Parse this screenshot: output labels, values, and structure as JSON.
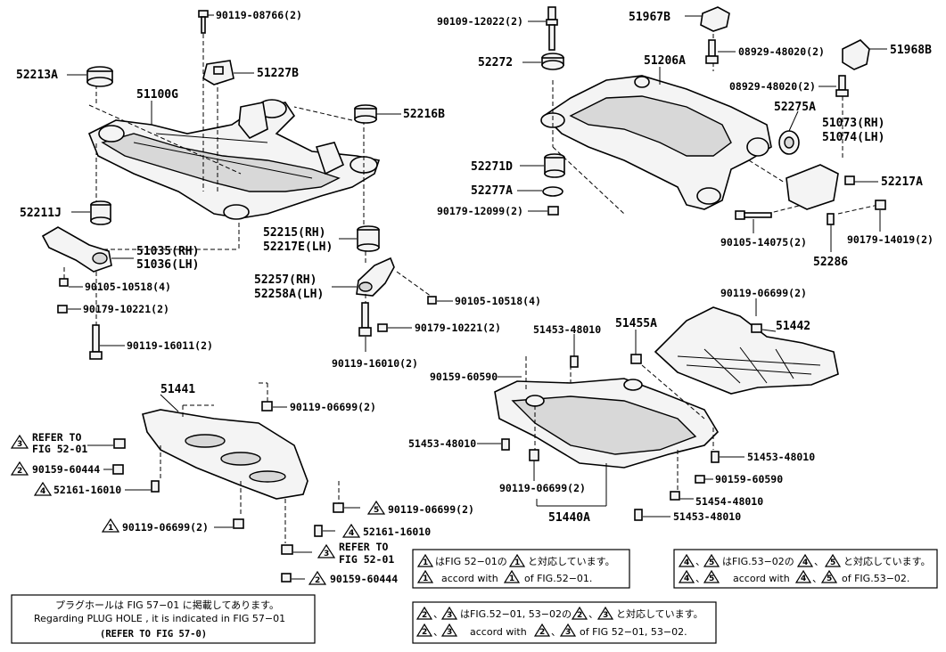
{
  "labels": {
    "p90119_08766": "90119-08766(2)",
    "p52213A": "52213A",
    "p51100G": "51100G",
    "p51227B": "51227B",
    "p52216B": "52216B",
    "p52211J": "52211J",
    "p51035": "51035(RH)",
    "p51036": "51036(LH)",
    "p90105_10518_l": "90105-10518(4)",
    "p90179_10221_l": "90179-10221(2)",
    "p90119_16011": "90119-16011(2)",
    "p52215": "52215(RH)",
    "p52217E": "52217E(LH)",
    "p52257": "52257(RH)",
    "p52258A": "52258A(LH)",
    "p90105_10518_r": "90105-10518(4)",
    "p90179_10221_r": "90179-10221(2)",
    "p90119_16010": "90119-16010(2)",
    "p90109_12022": "90109-12022(2)",
    "p52272": "52272",
    "p51967B": "51967B",
    "p51206A": "51206A",
    "p08929_a": "08929-48020(2)",
    "p51968B": "51968B",
    "p08929_b": "08929-48020(2)",
    "p52275A": "52275A",
    "p51073": "51073(RH)",
    "p51074": "51074(LH)",
    "p52271D": "52271D",
    "p52277A": "52277A",
    "p90179_12099": "90179-12099(2)",
    "p52217A": "52217A",
    "p90105_14075": "90105-14075(2)",
    "p90179_14019": "90179-14019(2)",
    "p52286": "52286",
    "p90119_06699_top": "90119-06699(2)",
    "p51455A": "51455A",
    "p51442": "51442",
    "p51453_48010_a": "51453-48010",
    "p90159_60590_a": "90159-60590",
    "p51441": "51441",
    "p90119_06699_l1": "90119-06699(2)",
    "refer_to_a": "REFER TO",
    "fig_52_01_a": "FIG 52-01",
    "p90159_60444_a": "90159-60444",
    "p52161_16010_a": "52161-16010",
    "p90119_06699_l2": "90119-06699(2)",
    "p90119_06699_l3": "90119-06699(2)",
    "p52161_16010_b": "52161-16010",
    "refer_to_b": "REFER TO",
    "fig_52_01_b": "FIG 52-01",
    "p90159_60444_b": "90159-60444",
    "p51453_48010_b": "51453-48010",
    "p51453_48010_c": "51453-48010",
    "p90159_60590_b": "90159-60590",
    "p90119_06699_m": "90119-06699(2)",
    "p51454_48010": "51454-48010",
    "p51440A": "51440A",
    "p51453_48010_d": "51453-48010"
  },
  "triangles": {
    "t1": "1",
    "t2": "2",
    "t3": "3",
    "t4": "4",
    "t5": "5"
  },
  "notes": {
    "plug_jp": "プラグホールは FIG 57−01 に掲載してあります。",
    "plug_en": "Regarding  PLUG  HOLE , it is indicated in FIG  57−01",
    "plug_ref": "(REFER TO FIG 57-0)",
    "n1_jp_a": "はFIG 52−01の",
    "n1_jp_b": "と対応しています。",
    "n1_en_a": "accord with",
    "n1_en_b": "of FIG.52−01.",
    "n45_jp_a": "、",
    "n45_jp_b": "はFIG.53−02の",
    "n45_jp_c": "、",
    "n45_jp_d": "と対応しています。",
    "n45_en_a": "、",
    "n45_en_b": "accord with",
    "n45_en_c": "、",
    "n45_en_d": "of FIG.53−02.",
    "n23_jp_a": "、",
    "n23_jp_b": "はFIG.52−01, 53−02の",
    "n23_jp_c": "、",
    "n23_jp_d": "と対応しています。",
    "n23_en_a": "、",
    "n23_en_b": "accord with",
    "n23_en_c": "、",
    "n23_en_d": "of FIG 52−01, 53−02."
  }
}
